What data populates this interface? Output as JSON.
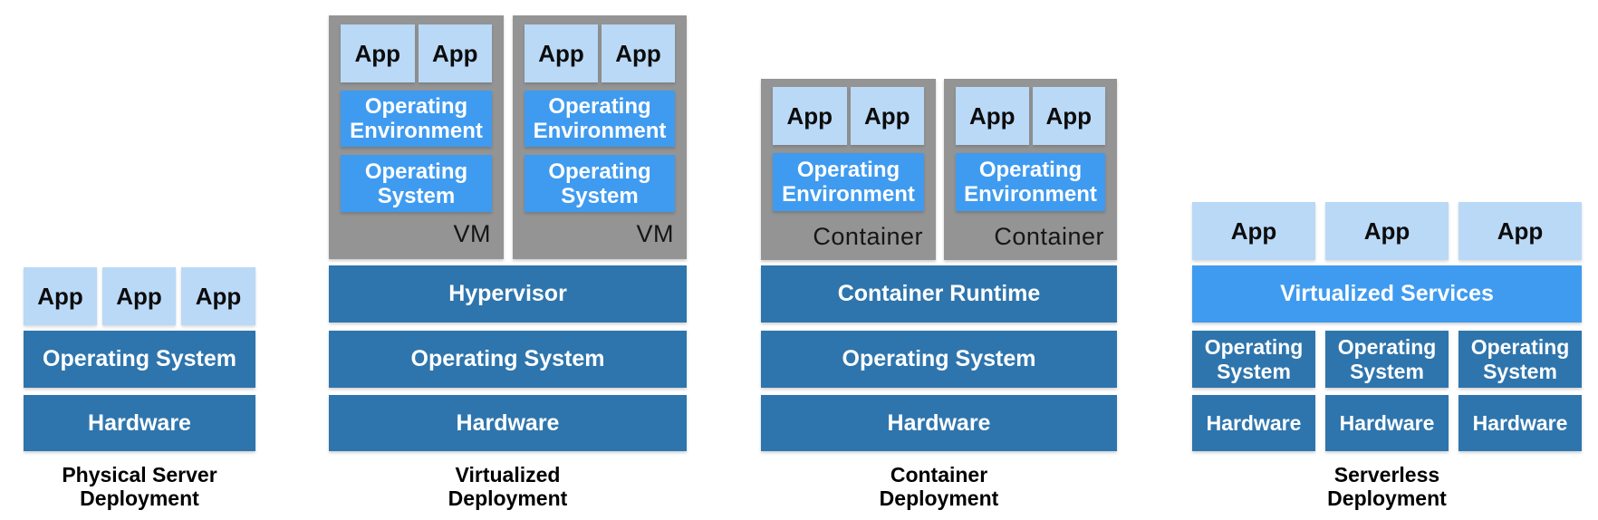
{
  "diagram": {
    "columns": [
      {
        "id": "physical-server",
        "caption": [
          "Physical Server",
          "Deployment"
        ],
        "apps": [
          "App",
          "App",
          "App"
        ],
        "os_bar": "Operating System",
        "hardware_bar": "Hardware"
      },
      {
        "id": "virtualized",
        "caption": [
          "Virtualized",
          "Deployment"
        ],
        "vm_label": "VM",
        "vm_apps": [
          "App",
          "App"
        ],
        "vm_env": "Operating Environment",
        "vm_os": "Operating System",
        "hypervisor_bar": "Hypervisor",
        "os_bar": "Operating System",
        "hardware_bar": "Hardware"
      },
      {
        "id": "container",
        "caption": [
          "Container",
          "Deployment"
        ],
        "container_label": "Container",
        "container_apps": [
          "App",
          "App"
        ],
        "container_env": "Operating Environment",
        "runtime_bar": "Container Runtime",
        "os_bar": "Operating System",
        "hardware_bar": "Hardware"
      },
      {
        "id": "serverless",
        "caption": [
          "Serverless",
          "Deployment"
        ],
        "apps": [
          "App",
          "App",
          "App"
        ],
        "services_bar": "Virtualized Services",
        "os_box": "Operating System",
        "hardware_box": "Hardware"
      }
    ]
  },
  "colors": {
    "light_blue": "#b9d9f7",
    "bright_blue": "#3f9bf0",
    "dark_blue": "#2e75ad",
    "vm_gray": "#949494",
    "background": "#ffffff",
    "bar_text": "#ffffff",
    "dark_text": "#0c0c0c"
  }
}
